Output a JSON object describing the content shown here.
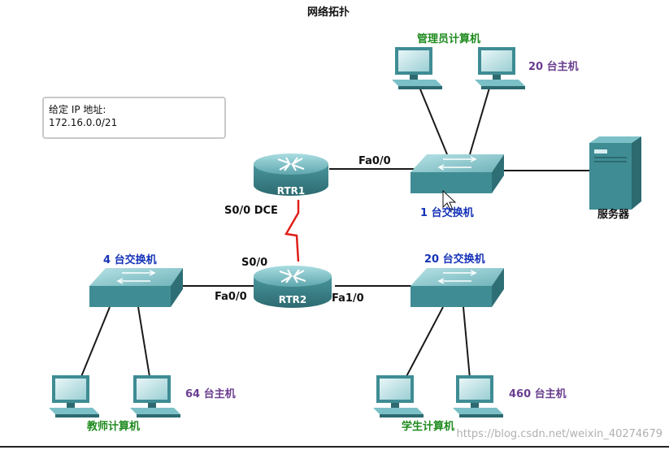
{
  "title": "网络拓扑",
  "address_box": {
    "line1": "给定 IP 地址:",
    "line2": "172.16.0.0/21"
  },
  "devices": {
    "rtr1": "RTR1",
    "rtr2": "RTR2",
    "server": "服务器"
  },
  "labels": {
    "switch_top": "1 台交换机",
    "switch_left": "4 台交换机",
    "switch_right": "20 台交换机",
    "admin_pcs": "管理员计算机",
    "admin_hosts": "20 台主机",
    "teacher_pcs": "教师计算机",
    "teacher_hosts": "64 台主机",
    "student_pcs": "学生计算机",
    "student_hosts": "460 台主机"
  },
  "interfaces": {
    "rtr1_fa": "Fa0/0",
    "rtr1_serial": "S0/0 DCE",
    "rtr2_serial": "S0/0",
    "rtr2_fa0": "Fa0/0",
    "rtr2_fa1": "Fa1/0"
  },
  "watermark": "https://blog.csdn.net/weixin_40274679",
  "colors": {
    "device": "#3f8c94",
    "device_light": "#7cc0c7",
    "serial_link": "#e0201a",
    "link": "#1a1a1a"
  }
}
